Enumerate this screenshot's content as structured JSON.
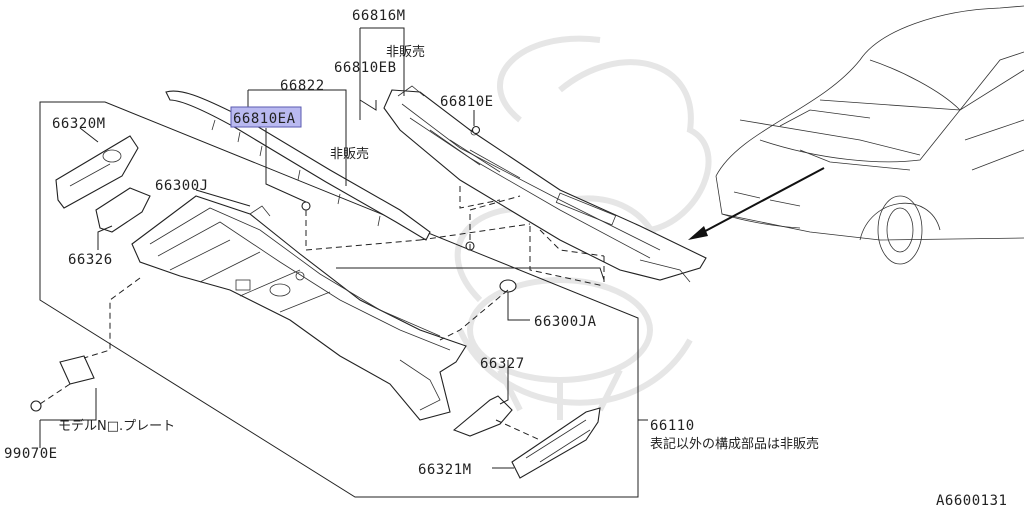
{
  "labels": {
    "p66816M": "66816M",
    "p66810EB": "66810EB",
    "p66822": "66822",
    "p66810EA": "66810EA",
    "p66810E": "66810E",
    "p66320M": "66320M",
    "p66300J": "66300J",
    "p66326": "66326",
    "p66300JA": "66300JA",
    "p66327": "66327",
    "p66110": "66110",
    "p66321M": "66321M",
    "p99070E": "99070E",
    "nonsale1": "非販売",
    "nonsale2": "非販売",
    "model_plate": "モデルN□.プレート",
    "note_other_parts": "表記以外の構成部品は非販売",
    "diagram_id": "A6600131"
  },
  "colors": {
    "highlight": "#b9b9f0",
    "highlight_border": "#5a5ab0",
    "line": "#222222",
    "watermark": "#e6e6e6"
  },
  "selected_part": "66810EA"
}
